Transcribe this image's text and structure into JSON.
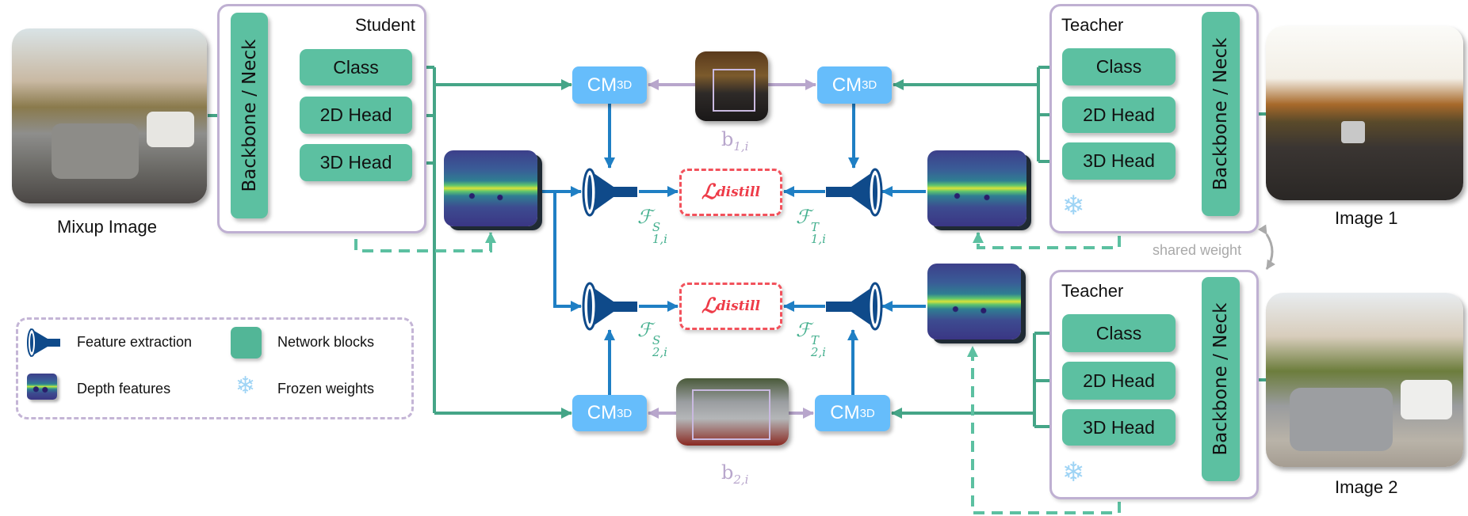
{
  "student": {
    "title": "Student",
    "backbone": "Backbone / Neck",
    "heads": [
      "Class",
      "2D Head",
      "3D Head"
    ]
  },
  "teacher_1": {
    "title": "Teacher",
    "backbone": "Backbone / Neck",
    "heads": [
      "Class",
      "2D Head",
      "3D Head"
    ]
  },
  "teacher_2": {
    "title": "Teacher",
    "backbone": "Backbone / Neck",
    "heads": [
      "Class",
      "2D Head",
      "3D Head"
    ]
  },
  "images": {
    "mixup": "Mixup Image",
    "image1": "Image 1",
    "image2": "Image 2"
  },
  "cm_blocks": {
    "base": "CM",
    "sub": "3D"
  },
  "boxes": {
    "b1": {
      "base": "b",
      "sub": "1,i"
    },
    "b2": {
      "base": "b",
      "sub": "2,i"
    }
  },
  "loss": {
    "symbol": "ℒ",
    "sup": "distill"
  },
  "features": {
    "s1": {
      "symbol": "ℱ",
      "sup": "S",
      "sub": "1,i"
    },
    "t1": {
      "symbol": "ℱ",
      "sup": "T",
      "sub": "1,i"
    },
    "s2": {
      "symbol": "ℱ",
      "sup": "S",
      "sub": "2,i"
    },
    "t2": {
      "symbol": "ℱ",
      "sup": "T",
      "sub": "2,i"
    }
  },
  "shared_weight": "shared weight",
  "legend": {
    "feature_extraction": "Feature extraction",
    "network_blocks": "Network blocks",
    "depth_features": "Depth features",
    "frozen_weights": "Frozen weights"
  },
  "icons": [
    "funnel-icon",
    "snowflake-icon",
    "depth-feature-map"
  ],
  "colors": {
    "network_block": "#5cc0a1",
    "green_flow": "#45a587",
    "cm_block": "#66bdfb",
    "blue_flow": "#1f7fc4",
    "funnel": "#0f4a8a",
    "box_flow": "#b8a6cc",
    "loss": "#f2525c"
  }
}
